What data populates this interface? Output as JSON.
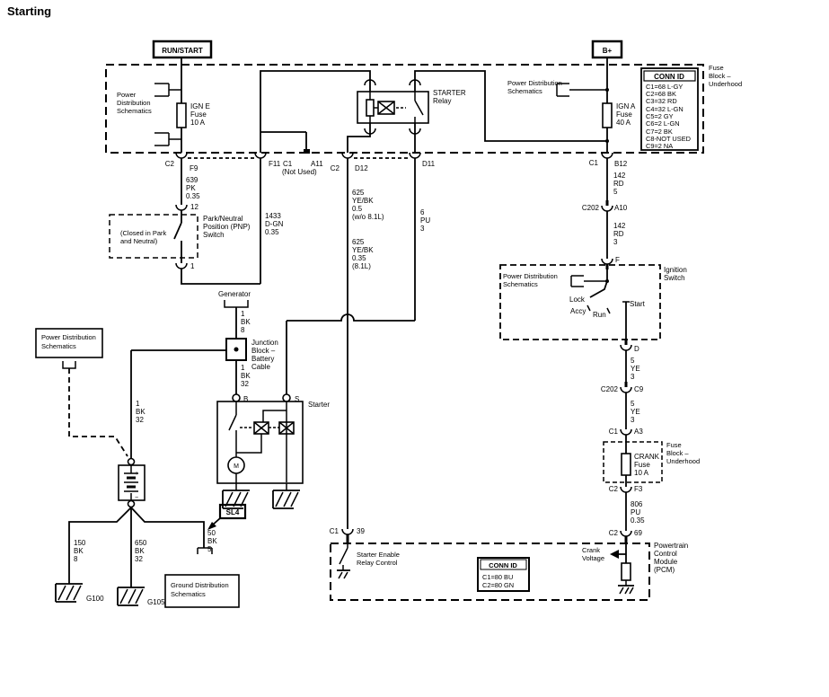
{
  "title": "Starting",
  "fuse_block": {
    "run_start": "RUN/START",
    "b_plus": "B+",
    "name": [
      "Fuse",
      "Block –",
      "Underhood"
    ],
    "pds_left": [
      "Power",
      "Distribution",
      "Schematics"
    ],
    "pds_right": [
      "Power Distribution",
      "Schematics"
    ],
    "ign_e": [
      "IGN E",
      "Fuse",
      "10 A"
    ],
    "ign_a": [
      "IGN A",
      "Fuse",
      "40 A"
    ],
    "relay": [
      "STARTER",
      "Relay"
    ],
    "conn_id": {
      "header": "CONN ID",
      "rows": [
        "C1=68 L-GY",
        "C2=68 BK",
        "C3=32 RD",
        "C4=32 L-GN",
        "C5=2 GY",
        "C6=2 L-GN",
        "C7=2 BK",
        "C8-NOT USED",
        "C9=2 NA"
      ]
    },
    "pins": {
      "c2a": "C2",
      "f9": "F9",
      "f11": "F11",
      "c1": "C1",
      "a11": "A11",
      "not_used": "(Not Used)",
      "c2b": "C2",
      "d12": "D12",
      "d11": "D11",
      "c1r": "C1",
      "b12": "B12"
    }
  },
  "wires": {
    "w639": [
      "639",
      "PK",
      "0.35"
    ],
    "w1433": [
      "1433",
      "D-GN",
      "0.35"
    ],
    "w625a": [
      "625",
      "YE/BK",
      "0.5",
      "(w/o 8.1L)"
    ],
    "w625b": [
      "625",
      "YE/BK",
      "0.35",
      "(8.1L)"
    ],
    "w6": [
      "6",
      "PU",
      "3"
    ],
    "w142a": [
      "142",
      "RD",
      "5"
    ],
    "w142b": [
      "142",
      "RD",
      "3"
    ],
    "w5a": [
      "5",
      "YE",
      "3"
    ],
    "w5b": [
      "5",
      "YE",
      "3"
    ],
    "w806": [
      "806",
      "PU",
      "0.35"
    ],
    "w1bk8": [
      "1",
      "BK",
      "8"
    ],
    "w1bk32a": [
      "1",
      "BK",
      "32"
    ],
    "w1bk32b": [
      "1",
      "BK",
      "32"
    ],
    "w150": [
      "150",
      "BK",
      "8"
    ],
    "w650": [
      "650",
      "BK",
      "32"
    ],
    "w50": [
      "50",
      "BK",
      "5"
    ]
  },
  "pnp": {
    "pin12": "12",
    "pin1": "1",
    "closed": [
      "(Closed in Park",
      "and Neutral)"
    ],
    "name": [
      "Park/Neutral",
      "Position (PNP)",
      "Switch"
    ]
  },
  "center": {
    "generator": "Generator",
    "junction_block": [
      "Junction",
      "Block –",
      "Battery",
      "Cable"
    ],
    "battery_pds": [
      "Power Distribution",
      "Schematics"
    ],
    "battery": {
      "plus": "+",
      "minus": "−"
    },
    "starter": {
      "label": "Starter",
      "b": "B",
      "s": "S",
      "m": "M"
    }
  },
  "grounds": {
    "g100": "G100",
    "g105": "G105",
    "splice": "SL4",
    "gds": [
      "Ground Distribution",
      "Schematics"
    ]
  },
  "ign_sw": {
    "name": [
      "Ignition",
      "Switch"
    ],
    "pds": [
      "Power Distribution",
      "Schematics"
    ],
    "lock": "Lock",
    "accy": "Accy",
    "run": "Run",
    "start": "Start",
    "pin_f": "F",
    "pin_d": "D"
  },
  "right": {
    "c202a": {
      "label": "C202",
      "pin": "A10"
    },
    "c202b": {
      "label": "C202",
      "pin": "C9"
    },
    "c1a3": {
      "label": "C1",
      "pin": "A3"
    },
    "c2f3": {
      "label": "C2",
      "pin": "F3"
    },
    "c269": {
      "label": "C2",
      "pin": "69"
    },
    "crank_fuse": [
      "CRANK",
      "Fuse",
      "10 A"
    ],
    "fuse_block2": [
      "Fuse",
      "Block –",
      "Underhood"
    ]
  },
  "pcm": {
    "c1_39": {
      "label": "C1",
      "pin": "39"
    },
    "name": [
      "Powertrain",
      "Control",
      "Module",
      "(PCM)"
    ],
    "crank_voltage": [
      "Crank",
      "Voltage"
    ],
    "ser": [
      "Starter Enable",
      "Relay Control"
    ],
    "conn_id": {
      "header": "CONN ID",
      "rows": [
        "C1=80 BU",
        "C2=80 GN"
      ]
    }
  }
}
